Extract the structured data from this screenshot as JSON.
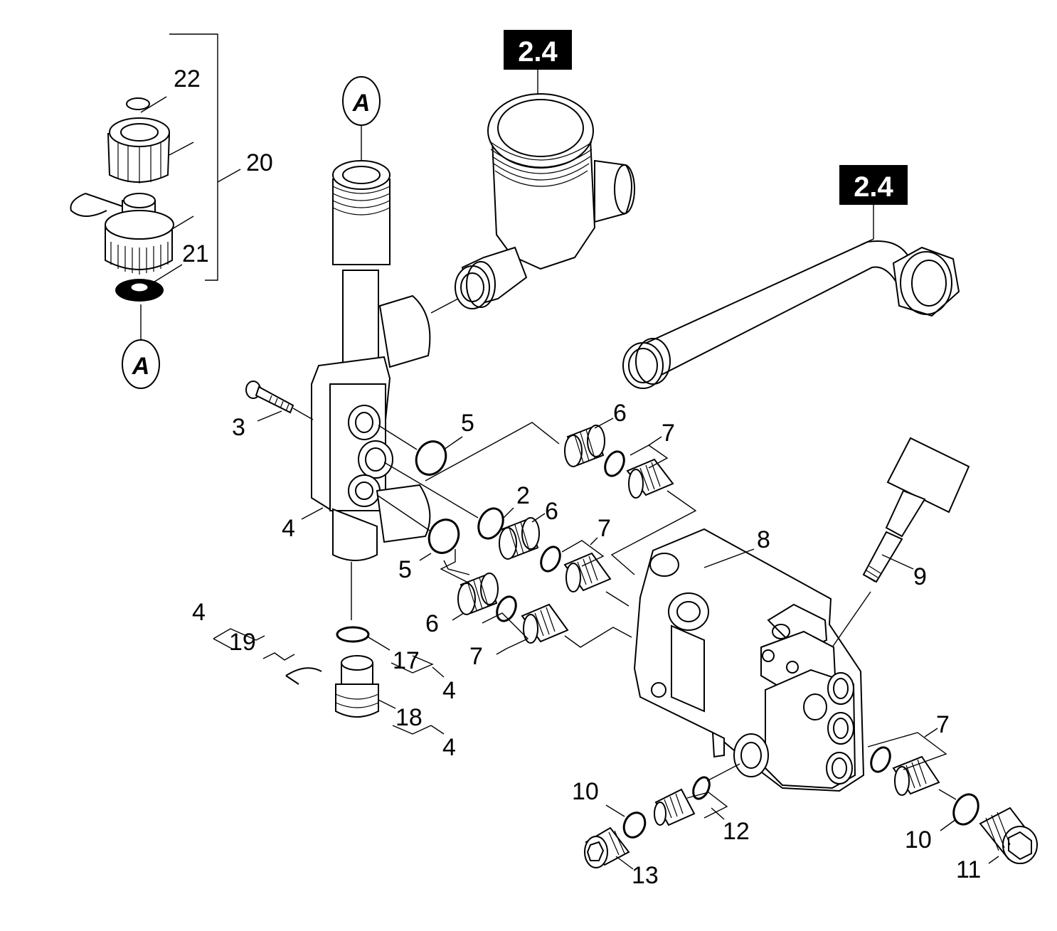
{
  "ref_boxes": [
    "2.4",
    "2.4"
  ],
  "connector_labels": [
    "A",
    "A"
  ],
  "labels": [
    "22",
    "20",
    "21",
    "3",
    "5",
    "6",
    "7",
    "2",
    "6",
    "7",
    "4",
    "5",
    "6",
    "7",
    "8",
    "9",
    "4",
    "19",
    "17",
    "4",
    "18",
    "4",
    "7",
    "10",
    "12",
    "10",
    "11",
    "13"
  ],
  "colors": {
    "line": "#000000",
    "background": "#ffffff",
    "ref_box": "#000000"
  }
}
